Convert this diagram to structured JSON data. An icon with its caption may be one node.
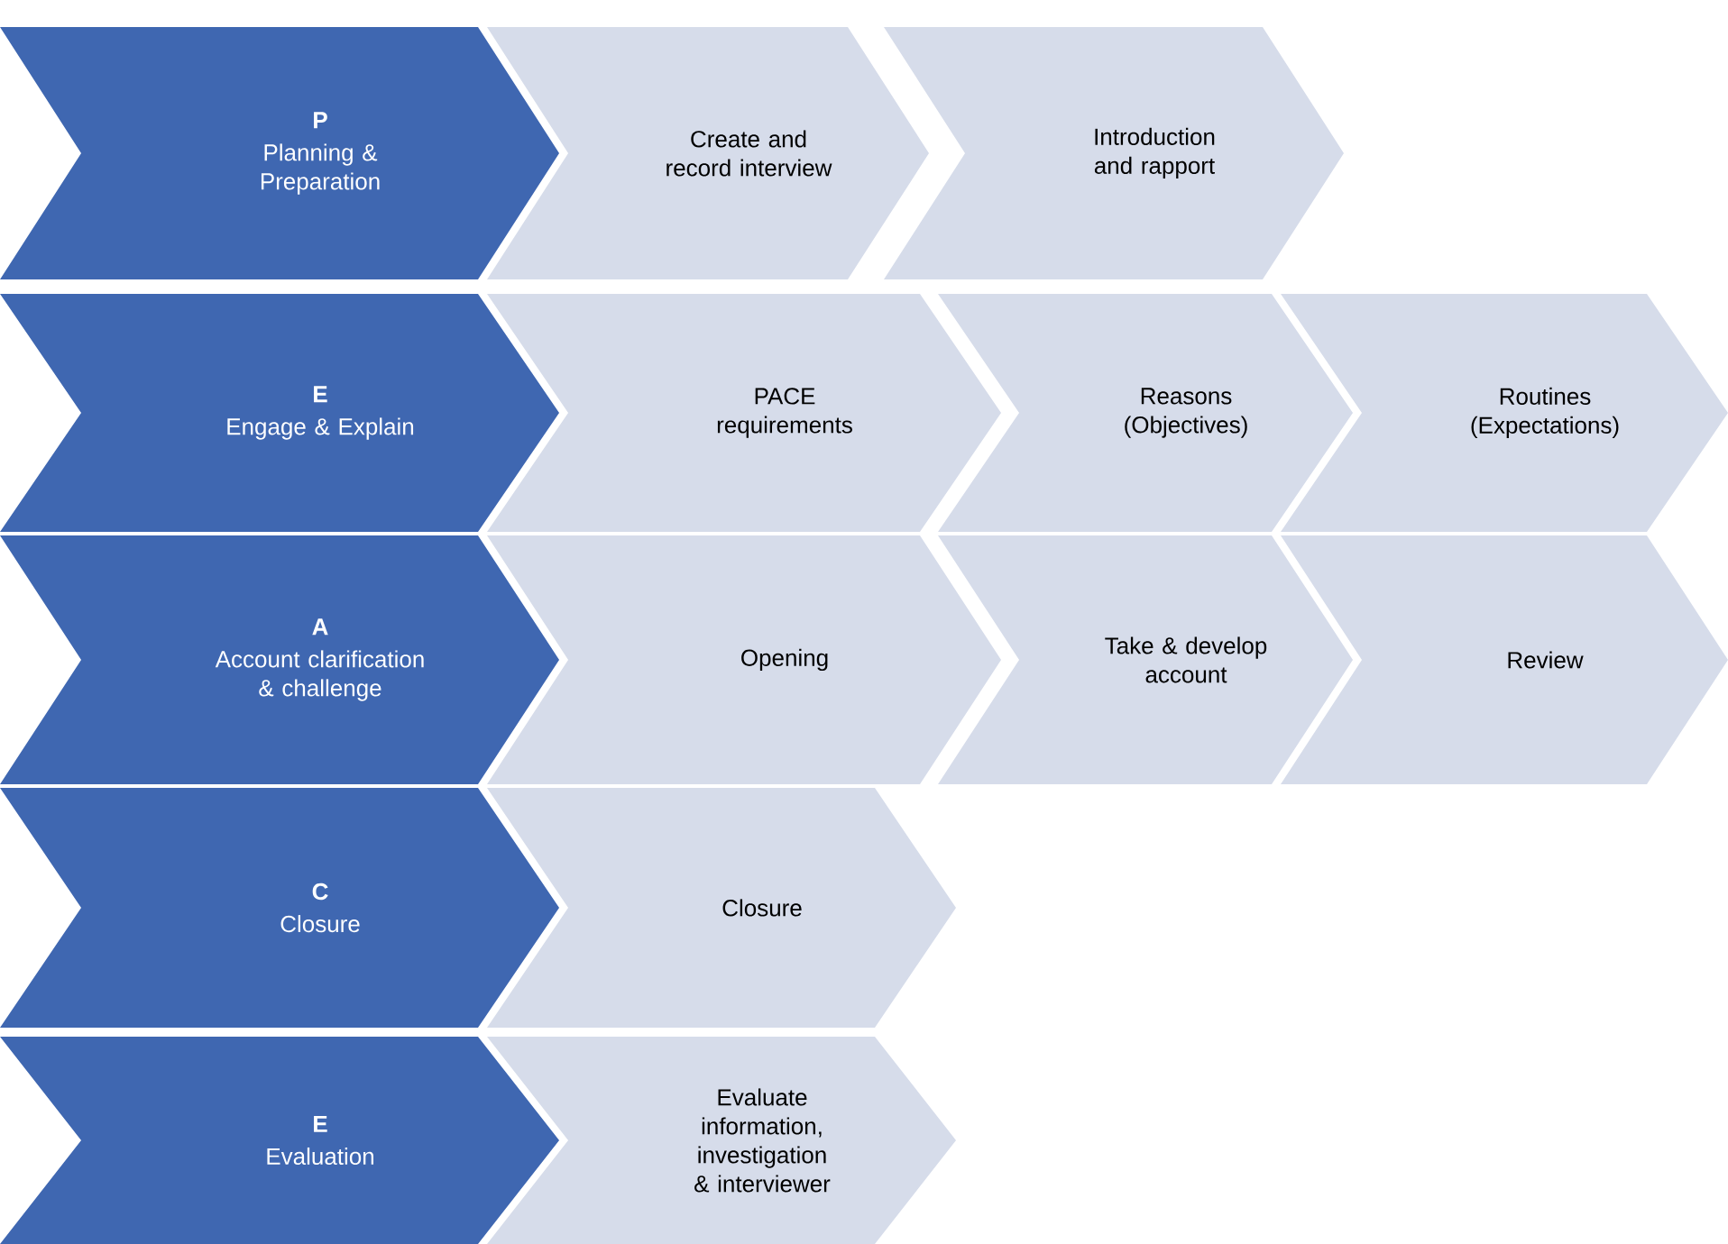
{
  "diagram": {
    "nodes": [
      {
        "text": [
          "P",
          "Planning & Preparation"
        ]
      },
      {
        "text": [
          "Create and record interview"
        ]
      },
      {
        "text": [
          "Introduction and rapport"
        ]
      },
      {
        "text": [
          "E",
          "Engage & Explain"
        ]
      },
      {
        "text": [
          "PACE requirements"
        ]
      },
      {
        "text": [
          "Reasons (Objectives)"
        ]
      },
      {
        "text": [
          "Routines (Expectations)"
        ]
      },
      {
        "text": [
          "A",
          "Account clarification & challenge"
        ]
      },
      {
        "text": [
          "Opening"
        ]
      },
      {
        "text": [
          "Take & develop account"
        ]
      },
      {
        "text": [
          "Review"
        ]
      },
      {
        "text": [
          "C",
          "Closure"
        ]
      },
      {
        "text": [
          "Closure"
        ]
      },
      {
        "text": [
          "E",
          "Evaluation"
        ]
      },
      {
        "text": [
          "Evaluate information, investigation & interviewer"
        ]
      }
    ]
  }
}
